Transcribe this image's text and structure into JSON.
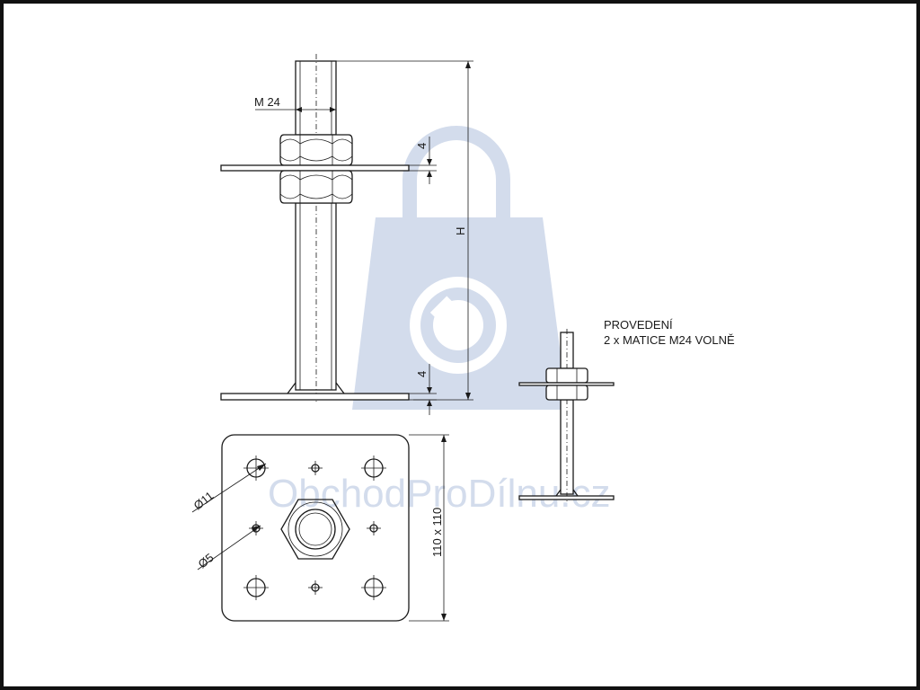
{
  "labels": {
    "thread": "M 24",
    "height": "H",
    "nut_gap_top": "4",
    "plate_thickness": "4",
    "hole_big": "Ø11",
    "hole_small": "Ø5",
    "plate_size": "110 x 110",
    "variant_line1": "PROVEDENÍ",
    "variant_line2": "2 x MATICE M24 VOLNĚ"
  },
  "watermark": {
    "text": "ObchodProDílnu.cz",
    "color": "#d3dcec"
  },
  "colors": {
    "line": "#1a1a1a",
    "frame": "#111111"
  }
}
